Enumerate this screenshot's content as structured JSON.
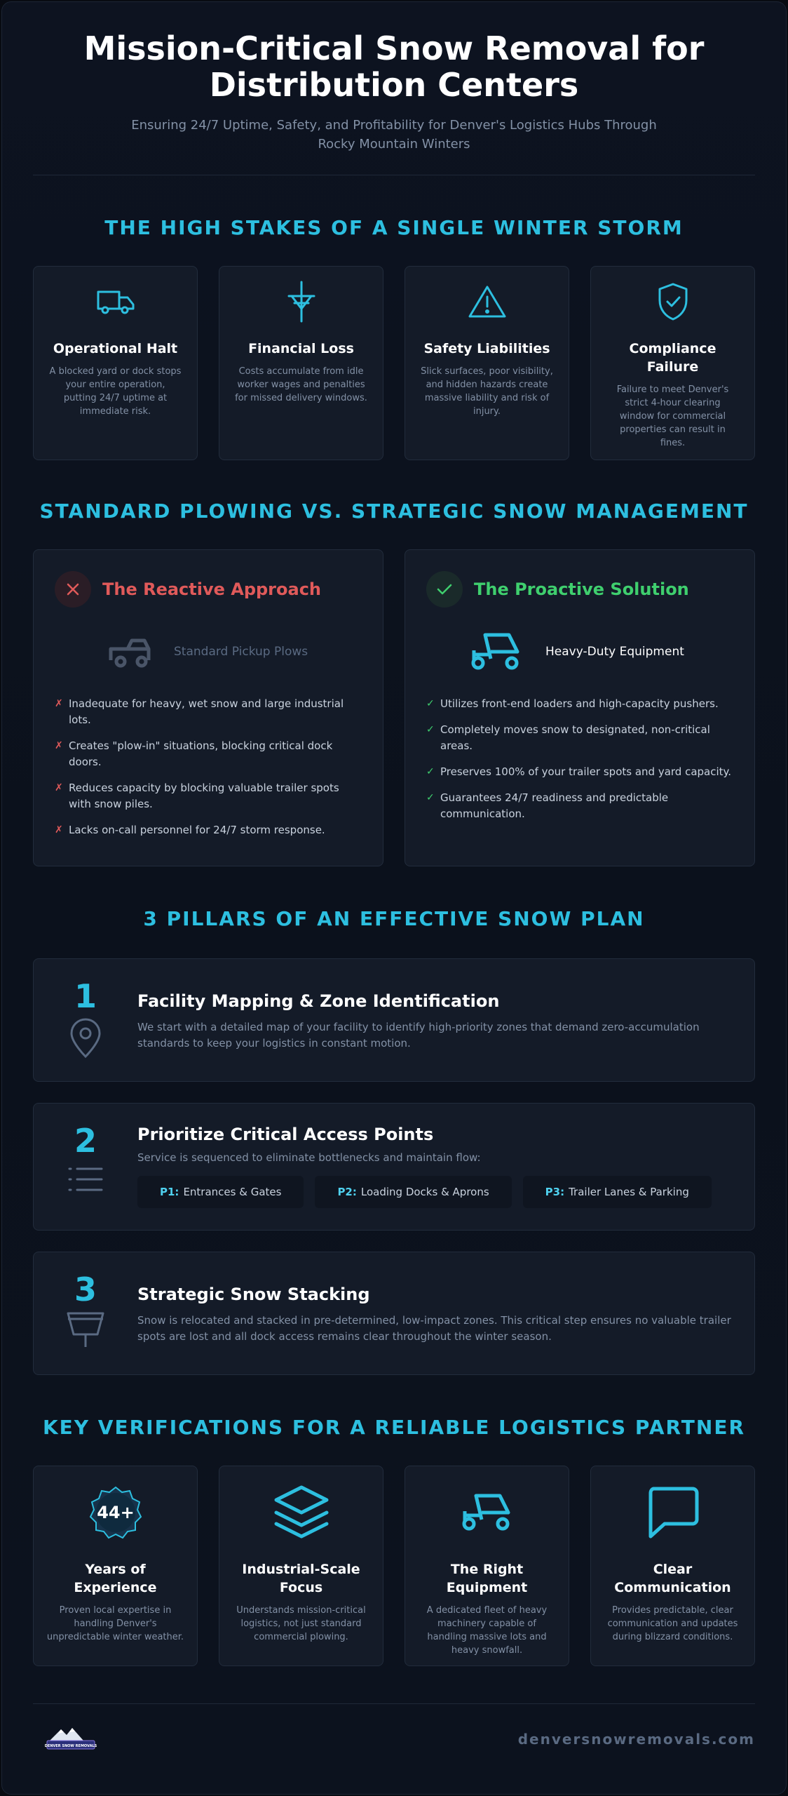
{
  "header": {
    "title": "Mission-Critical Snow Removal for Distribution Centers",
    "subtitle": "Ensuring 24/7 Uptime, Safety, and Profitability for Denver's Logistics Hubs Through Rocky Mountain Winters"
  },
  "stakes": {
    "title": "THE HIGH STAKES OF A SINGLE WINTER STORM",
    "items": [
      {
        "icon": "truck-icon",
        "title": "Operational Halt",
        "text": "A blocked yard or dock stops your entire operation, putting 24/7 uptime at immediate risk."
      },
      {
        "icon": "financial-loss-icon",
        "title": "Financial Loss",
        "text": "Costs accumulate from idle worker wages and penalties for missed delivery windows."
      },
      {
        "icon": "warning-icon",
        "title": "Safety Liabilities",
        "text": "Slick surfaces, poor visibility, and hidden hazards create massive liability and risk of injury."
      },
      {
        "icon": "shield-check-icon",
        "title": "Compliance Failure",
        "text": "Failure to meet Denver's strict 4-hour clearing window for commercial properties can result in fines."
      }
    ]
  },
  "comparison": {
    "title": "STANDARD PLOWING VS. STRATEGIC SNOW MANAGEMENT",
    "reactive": {
      "title": "The Reactive Approach",
      "equipment": "Standard Pickup Plows",
      "color": "#e05a5a",
      "items": [
        "Inadequate for heavy, wet snow and large industrial lots.",
        "Creates \"plow-in\" situations, blocking critical dock doors.",
        "Reduces capacity by blocking valuable trailer spots with snow piles.",
        "Lacks on-call personnel for 24/7 storm response."
      ]
    },
    "proactive": {
      "title": "The Proactive Solution",
      "equipment": "Heavy-Duty Equipment",
      "color": "#3fcf6e",
      "items": [
        "Utilizes front-end loaders and high-capacity pushers.",
        "Completely moves snow to designated, non-critical areas.",
        "Preserves 100% of your trailer spots and yard capacity.",
        "Guarantees 24/7 readiness and predictable communication."
      ]
    }
  },
  "pillars": {
    "title": "3 PILLARS OF AN EFFECTIVE SNOW PLAN",
    "items": [
      {
        "num": "1",
        "icon": "map-pin-icon",
        "title": "Facility Mapping & Zone Identification",
        "text": "We start with a detailed map of your facility to identify high-priority zones that demand zero-accumulation standards to keep your logistics in constant motion."
      },
      {
        "num": "2",
        "icon": "list-icon",
        "title": "Prioritize Critical Access Points",
        "text": "Service is sequenced to eliminate bottlenecks and maintain flow:",
        "tags": [
          {
            "p": "P1:",
            "label": "Entrances & Gates"
          },
          {
            "p": "P2:",
            "label": "Loading Docks & Aprons"
          },
          {
            "p": "P3:",
            "label": "Trailer Lanes & Parking"
          }
        ]
      },
      {
        "num": "3",
        "icon": "funnel-icon",
        "title": "Strategic Snow Stacking",
        "text": "Snow is relocated and stacked in pre-determined, low-impact zones. This critical step ensures no valuable trailer spots are lost and all dock access remains clear throughout the winter season."
      }
    ]
  },
  "verifications": {
    "title": "KEY VERIFICATIONS FOR A RELIABLE LOGISTICS PARTNER",
    "items": [
      {
        "icon": "badge-icon",
        "badge": "44+",
        "title": "Years of Experience",
        "text": "Proven local expertise in handling Denver's unpredictable winter weather."
      },
      {
        "icon": "layers-icon",
        "title": "Industrial-Scale Focus",
        "text": "Understands mission-critical logistics, not just standard commercial plowing."
      },
      {
        "icon": "loader-equipment-icon",
        "title": "The Right Equipment",
        "text": "A dedicated fleet of heavy machinery capable of handling massive lots and heavy snowfall."
      },
      {
        "icon": "chat-bubble-icon",
        "title": "Clear Communication",
        "text": "Provides predictable, clear communication and updates during blizzard conditions."
      }
    ]
  },
  "footer": {
    "logo_text": "DENVER SNOW REMOVALS",
    "url": "denversnowremovals.com"
  },
  "colors": {
    "accent": "#2dbfe0",
    "reactive": "#e05a5a",
    "proactive": "#3fcf6e"
  }
}
